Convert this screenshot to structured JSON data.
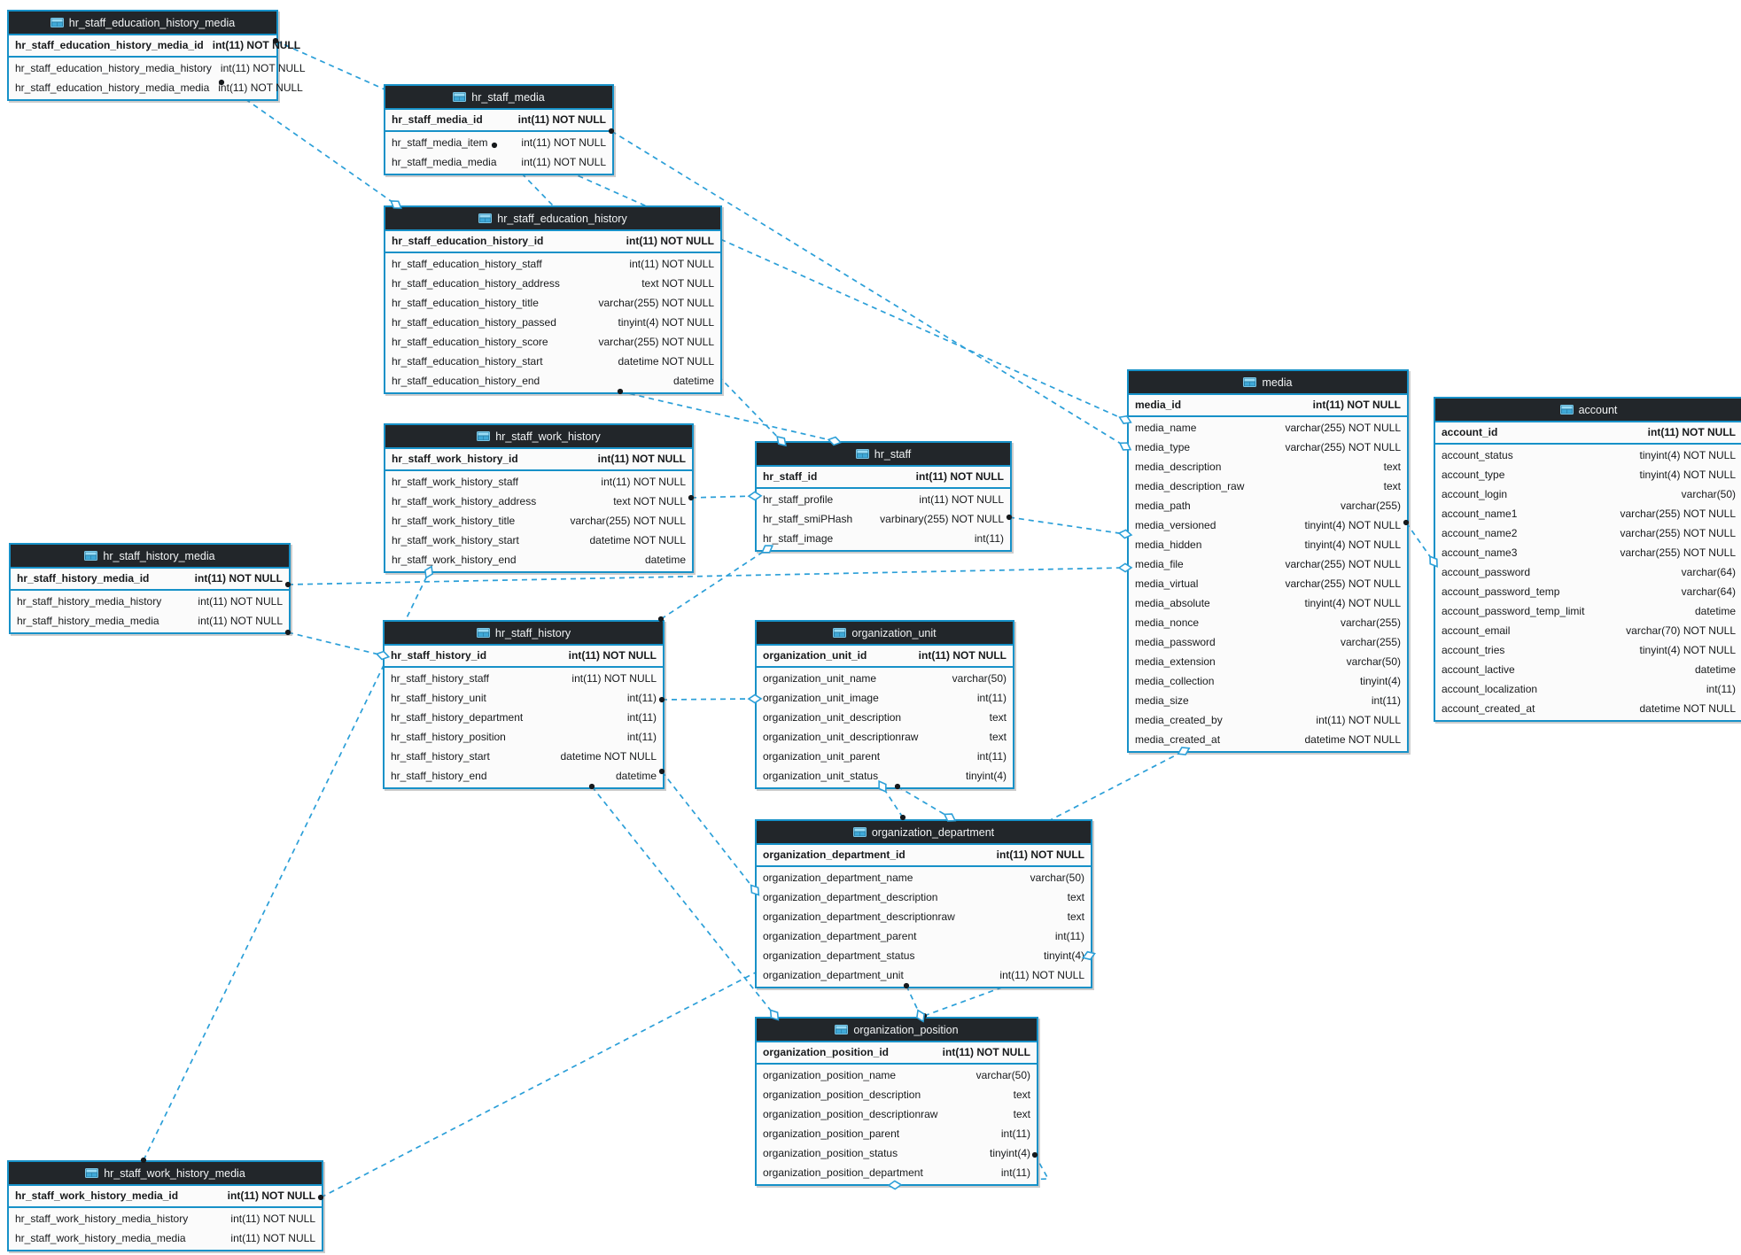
{
  "colors": {
    "accent": "#1791c8",
    "header_bg": "#22262a",
    "body_bg": "#fbfbfb",
    "wire": "#2b9fd8",
    "text": "#17191b"
  },
  "diagram": {
    "tables": [
      {
        "id": "hr_staff_education_history_media",
        "title": "hr_staff_education_history_media",
        "pk": {
          "name": "hr_staff_education_history_media_id",
          "type": "int(11) NOT NULL"
        },
        "columns": [
          {
            "name": "hr_staff_education_history_media_history",
            "type": "int(11) NOT NULL"
          },
          {
            "name": "hr_staff_education_history_media_media",
            "type": "int(11) NOT NULL"
          }
        ]
      },
      {
        "id": "hr_staff_media",
        "title": "hr_staff_media",
        "pk": {
          "name": "hr_staff_media_id",
          "type": "int(11) NOT NULL"
        },
        "columns": [
          {
            "name": "hr_staff_media_item",
            "type": "int(11) NOT NULL"
          },
          {
            "name": "hr_staff_media_media",
            "type": "int(11) NOT NULL"
          }
        ]
      },
      {
        "id": "hr_staff_education_history",
        "title": "hr_staff_education_history",
        "pk": {
          "name": "hr_staff_education_history_id",
          "type": "int(11) NOT NULL"
        },
        "columns": [
          {
            "name": "hr_staff_education_history_staff",
            "type": "int(11) NOT NULL"
          },
          {
            "name": "hr_staff_education_history_address",
            "type": "text NOT NULL"
          },
          {
            "name": "hr_staff_education_history_title",
            "type": "varchar(255) NOT NULL"
          },
          {
            "name": "hr_staff_education_history_passed",
            "type": "tinyint(4) NOT NULL"
          },
          {
            "name": "hr_staff_education_history_score",
            "type": "varchar(255) NOT NULL"
          },
          {
            "name": "hr_staff_education_history_start",
            "type": "datetime NOT NULL"
          },
          {
            "name": "hr_staff_education_history_end",
            "type": "datetime"
          }
        ]
      },
      {
        "id": "hr_staff_work_history",
        "title": "hr_staff_work_history",
        "pk": {
          "name": "hr_staff_work_history_id",
          "type": "int(11) NOT NULL"
        },
        "columns": [
          {
            "name": "hr_staff_work_history_staff",
            "type": "int(11) NOT NULL"
          },
          {
            "name": "hr_staff_work_history_address",
            "type": "text NOT NULL"
          },
          {
            "name": "hr_staff_work_history_title",
            "type": "varchar(255) NOT NULL"
          },
          {
            "name": "hr_staff_work_history_start",
            "type": "datetime NOT NULL"
          },
          {
            "name": "hr_staff_work_history_end",
            "type": "datetime"
          }
        ]
      },
      {
        "id": "hr_staff_history_media",
        "title": "hr_staff_history_media",
        "pk": {
          "name": "hr_staff_history_media_id",
          "type": "int(11) NOT NULL"
        },
        "columns": [
          {
            "name": "hr_staff_history_media_history",
            "type": "int(11) NOT NULL"
          },
          {
            "name": "hr_staff_history_media_media",
            "type": "int(11) NOT NULL"
          }
        ]
      },
      {
        "id": "hr_staff_history",
        "title": "hr_staff_history",
        "pk": {
          "name": "hr_staff_history_id",
          "type": "int(11) NOT NULL"
        },
        "columns": [
          {
            "name": "hr_staff_history_staff",
            "type": "int(11) NOT NULL"
          },
          {
            "name": "hr_staff_history_unit",
            "type": "int(11)"
          },
          {
            "name": "hr_staff_history_department",
            "type": "int(11)"
          },
          {
            "name": "hr_staff_history_position",
            "type": "int(11)"
          },
          {
            "name": "hr_staff_history_start",
            "type": "datetime NOT NULL"
          },
          {
            "name": "hr_staff_history_end",
            "type": "datetime"
          }
        ]
      },
      {
        "id": "hr_staff",
        "title": "hr_staff",
        "pk": {
          "name": "hr_staff_id",
          "type": "int(11) NOT NULL"
        },
        "columns": [
          {
            "name": "hr_staff_profile",
            "type": "int(11) NOT NULL"
          },
          {
            "name": "hr_staff_smiPHash",
            "type": "varbinary(255) NOT NULL"
          },
          {
            "name": "hr_staff_image",
            "type": "int(11)"
          }
        ]
      },
      {
        "id": "organization_unit",
        "title": "organization_unit",
        "pk": {
          "name": "organization_unit_id",
          "type": "int(11) NOT NULL"
        },
        "columns": [
          {
            "name": "organization_unit_name",
            "type": "varchar(50)"
          },
          {
            "name": "organization_unit_image",
            "type": "int(11)"
          },
          {
            "name": "organization_unit_description",
            "type": "text"
          },
          {
            "name": "organization_unit_descriptionraw",
            "type": "text"
          },
          {
            "name": "organization_unit_parent",
            "type": "int(11)"
          },
          {
            "name": "organization_unit_status",
            "type": "tinyint(4)"
          }
        ]
      },
      {
        "id": "organization_department",
        "title": "organization_department",
        "pk": {
          "name": "organization_department_id",
          "type": "int(11) NOT NULL"
        },
        "columns": [
          {
            "name": "organization_department_name",
            "type": "varchar(50)"
          },
          {
            "name": "organization_department_description",
            "type": "text"
          },
          {
            "name": "organization_department_descriptionraw",
            "type": "text"
          },
          {
            "name": "organization_department_parent",
            "type": "int(11)"
          },
          {
            "name": "organization_department_status",
            "type": "tinyint(4)"
          },
          {
            "name": "organization_department_unit",
            "type": "int(11) NOT NULL"
          }
        ]
      },
      {
        "id": "organization_position",
        "title": "organization_position",
        "pk": {
          "name": "organization_position_id",
          "type": "int(11) NOT NULL"
        },
        "columns": [
          {
            "name": "organization_position_name",
            "type": "varchar(50)"
          },
          {
            "name": "organization_position_description",
            "type": "text"
          },
          {
            "name": "organization_position_descriptionraw",
            "type": "text"
          },
          {
            "name": "organization_position_parent",
            "type": "int(11)"
          },
          {
            "name": "organization_position_status",
            "type": "tinyint(4)"
          },
          {
            "name": "organization_position_department",
            "type": "int(11)"
          }
        ]
      },
      {
        "id": "media",
        "title": "media",
        "pk": {
          "name": "media_id",
          "type": "int(11) NOT NULL"
        },
        "columns": [
          {
            "name": "media_name",
            "type": "varchar(255) NOT NULL"
          },
          {
            "name": "media_type",
            "type": "varchar(255) NOT NULL"
          },
          {
            "name": "media_description",
            "type": "text"
          },
          {
            "name": "media_description_raw",
            "type": "text"
          },
          {
            "name": "media_path",
            "type": "varchar(255)"
          },
          {
            "name": "media_versioned",
            "type": "tinyint(4) NOT NULL"
          },
          {
            "name": "media_hidden",
            "type": "tinyint(4) NOT NULL"
          },
          {
            "name": "media_file",
            "type": "varchar(255) NOT NULL"
          },
          {
            "name": "media_virtual",
            "type": "varchar(255) NOT NULL"
          },
          {
            "name": "media_absolute",
            "type": "tinyint(4) NOT NULL"
          },
          {
            "name": "media_nonce",
            "type": "varchar(255)"
          },
          {
            "name": "media_password",
            "type": "varchar(255)"
          },
          {
            "name": "media_extension",
            "type": "varchar(50)"
          },
          {
            "name": "media_collection",
            "type": "tinyint(4)"
          },
          {
            "name": "media_size",
            "type": "int(11)"
          },
          {
            "name": "media_created_by",
            "type": "int(11) NOT NULL"
          },
          {
            "name": "media_created_at",
            "type": "datetime NOT NULL"
          }
        ]
      },
      {
        "id": "account",
        "title": "account",
        "pk": {
          "name": "account_id",
          "type": "int(11) NOT NULL"
        },
        "columns": [
          {
            "name": "account_status",
            "type": "tinyint(4) NOT NULL"
          },
          {
            "name": "account_type",
            "type": "tinyint(4) NOT NULL"
          },
          {
            "name": "account_login",
            "type": "varchar(50)"
          },
          {
            "name": "account_name1",
            "type": "varchar(255) NOT NULL"
          },
          {
            "name": "account_name2",
            "type": "varchar(255) NOT NULL"
          },
          {
            "name": "account_name3",
            "type": "varchar(255) NOT NULL"
          },
          {
            "name": "account_password",
            "type": "varchar(64)"
          },
          {
            "name": "account_password_temp",
            "type": "varchar(64)"
          },
          {
            "name": "account_password_temp_limit",
            "type": "datetime"
          },
          {
            "name": "account_email",
            "type": "varchar(70) NOT NULL"
          },
          {
            "name": "account_tries",
            "type": "tinyint(4) NOT NULL"
          },
          {
            "name": "account_lactive",
            "type": "datetime"
          },
          {
            "name": "account_localization",
            "type": "int(11)"
          },
          {
            "name": "account_created_at",
            "type": "datetime NOT NULL"
          }
        ]
      },
      {
        "id": "hr_staff_work_history_media",
        "title": "hr_staff_work_history_media",
        "pk": {
          "name": "hr_staff_work_history_media_id",
          "type": "int(11) NOT NULL"
        },
        "columns": [
          {
            "name": "hr_staff_work_history_media_history",
            "type": "int(11) NOT NULL"
          },
          {
            "name": "hr_staff_work_history_media_media",
            "type": "int(11) NOT NULL"
          }
        ]
      }
    ],
    "relationships": [
      {
        "id": "ehm_media",
        "from": "hr_staff_education_history_media",
        "to": "media"
      },
      {
        "id": "ehm_eh",
        "from": "hr_staff_education_history_media",
        "to": "hr_staff_education_history"
      },
      {
        "id": "sm_media",
        "from": "hr_staff_media",
        "to": "media"
      },
      {
        "id": "sm_staff",
        "from": "hr_staff_media",
        "to": "hr_staff"
      },
      {
        "id": "eh_staff",
        "from": "hr_staff_education_history",
        "to": "hr_staff"
      },
      {
        "id": "wh_staff",
        "from": "hr_staff_work_history",
        "to": "hr_staff"
      },
      {
        "id": "staff_media",
        "from": "hr_staff",
        "to": "media"
      },
      {
        "id": "media_account",
        "from": "media",
        "to": "account"
      },
      {
        "id": "shm_sh",
        "from": "hr_staff_history_media",
        "to": "hr_staff_history"
      },
      {
        "id": "shm_media",
        "from": "hr_staff_history_media",
        "to": "media"
      },
      {
        "id": "sh_staff",
        "from": "hr_staff_history",
        "to": "hr_staff"
      },
      {
        "id": "sh_unit",
        "from": "hr_staff_history",
        "to": "organization_unit"
      },
      {
        "id": "sh_dept",
        "from": "hr_staff_history",
        "to": "organization_department"
      },
      {
        "id": "sh_pos",
        "from": "hr_staff_history",
        "to": "organization_position"
      },
      {
        "id": "dept_unit",
        "from": "organization_department",
        "to": "organization_unit"
      },
      {
        "id": "unit_parent",
        "from": "organization_unit",
        "to": "organization_unit"
      },
      {
        "id": "pos_dept",
        "from": "organization_position",
        "to": "organization_department"
      },
      {
        "id": "dept_parent",
        "from": "organization_department",
        "to": "organization_department"
      },
      {
        "id": "whm_wh",
        "from": "hr_staff_work_history_media",
        "to": "hr_staff_work_history"
      },
      {
        "id": "whm_media",
        "from": "hr_staff_work_history_media",
        "to": "media"
      },
      {
        "id": "pos_parent",
        "from": "organization_position",
        "to": "organization_position"
      }
    ]
  }
}
